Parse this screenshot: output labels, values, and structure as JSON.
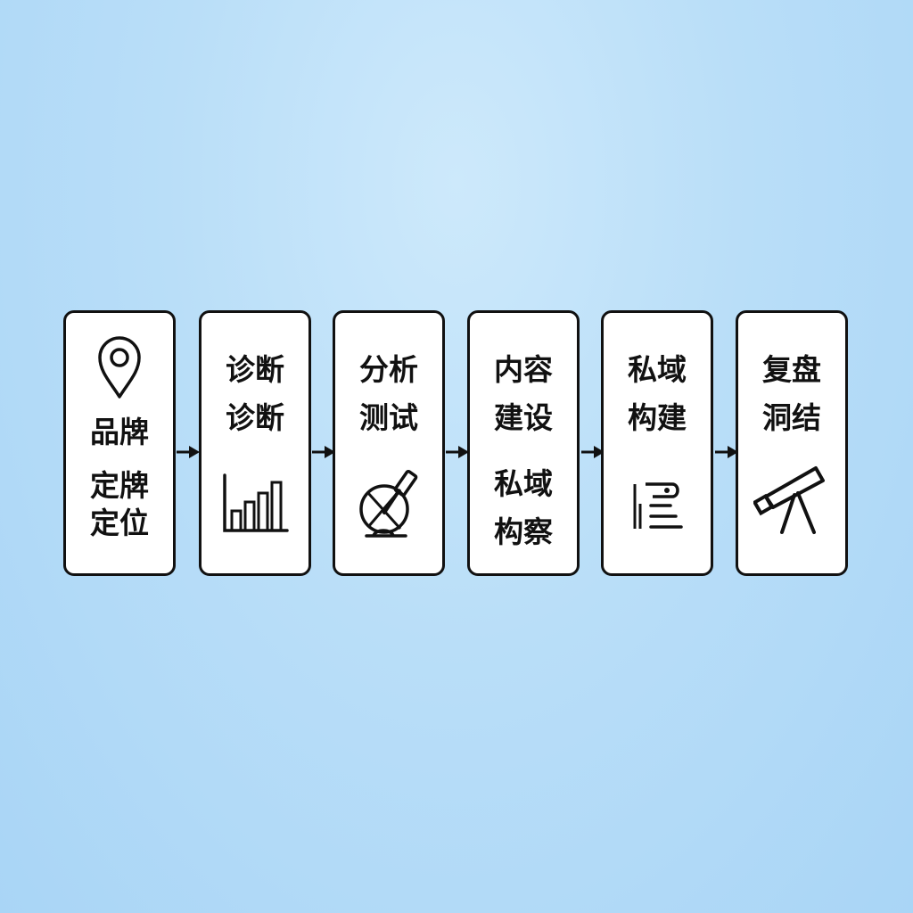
{
  "steps": [
    {
      "lines": [
        "品牌",
        "定牌",
        "定位"
      ],
      "icon": "map-pin-icon"
    },
    {
      "lines": [
        "诊断",
        "诊断"
      ],
      "icon": "bar-chart-icon"
    },
    {
      "lines": [
        "分析",
        "测试"
      ],
      "icon": "microscope-flask-icon"
    },
    {
      "lines": [
        "内容",
        "建设",
        "私域",
        "构察"
      ],
      "icon": null
    },
    {
      "lines": [
        "私域",
        "构建"
      ],
      "icon": "document-robot-icon"
    },
    {
      "lines": [
        "复盘",
        "洞结"
      ],
      "icon": "telescope-icon"
    }
  ],
  "colors": {
    "stroke": "#111111",
    "card_fill": "#ffffff",
    "background": "#b9def8"
  }
}
